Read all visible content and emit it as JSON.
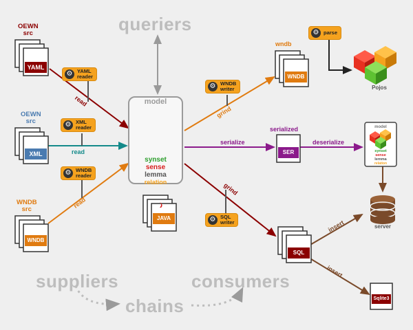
{
  "regions": {
    "queriers": "queriers",
    "suppliers": "suppliers",
    "chains": "chains",
    "consumers": "consumers"
  },
  "model": {
    "title": "model",
    "items": [
      "synset",
      "sense",
      "lemma",
      "relation"
    ],
    "item_colors": [
      "#2e9e2e",
      "#d81e1e",
      "#555555",
      "#f5a21e"
    ],
    "java_label": "JAVA"
  },
  "sources": [
    {
      "line1": "OEWN",
      "line2": "src",
      "doc_label": "YAML",
      "color": "#8b0000"
    },
    {
      "line1": "OEWN",
      "line2": "src",
      "doc_label": "XML",
      "color": "#4a7bb0"
    },
    {
      "line1": "WNDB",
      "line2": "src",
      "doc_label": "WNDB",
      "color": "#e07b10"
    }
  ],
  "readers": [
    {
      "label": "YAML\nreader"
    },
    {
      "label": "XML\nreader"
    },
    {
      "label": "WNDB\nreader"
    }
  ],
  "writers": [
    {
      "label": "WNDB\nwriter"
    },
    {
      "label": "SQL\nwriter"
    },
    {
      "label": "parse"
    }
  ],
  "edges": {
    "read": "read",
    "grind": "grind",
    "serialize": "serialize",
    "deserialize": "deserialize",
    "insert": "insert"
  },
  "outputs": {
    "wndb_title": "wndb",
    "wndb_doc": "WNDB",
    "pojos": "Pojos",
    "serialized_title": "serialized",
    "ser_doc": "SER",
    "sql_doc": "SQL",
    "server": "server",
    "sqlite_doc": "Sqlite3",
    "mini_model": {
      "title": "model",
      "items": [
        "synset",
        "sense",
        "lemma",
        "relation"
      ]
    }
  },
  "colors": {
    "dark_red": "#8b0000",
    "teal": "#138a8a",
    "orange": "#e07b10",
    "purple": "#8b1a8b",
    "brown": "#7a4a2a",
    "gray": "#9a9a9a",
    "cube_red": "#e83020",
    "cube_orange": "#f5a21e",
    "cube_green": "#5ec232"
  }
}
